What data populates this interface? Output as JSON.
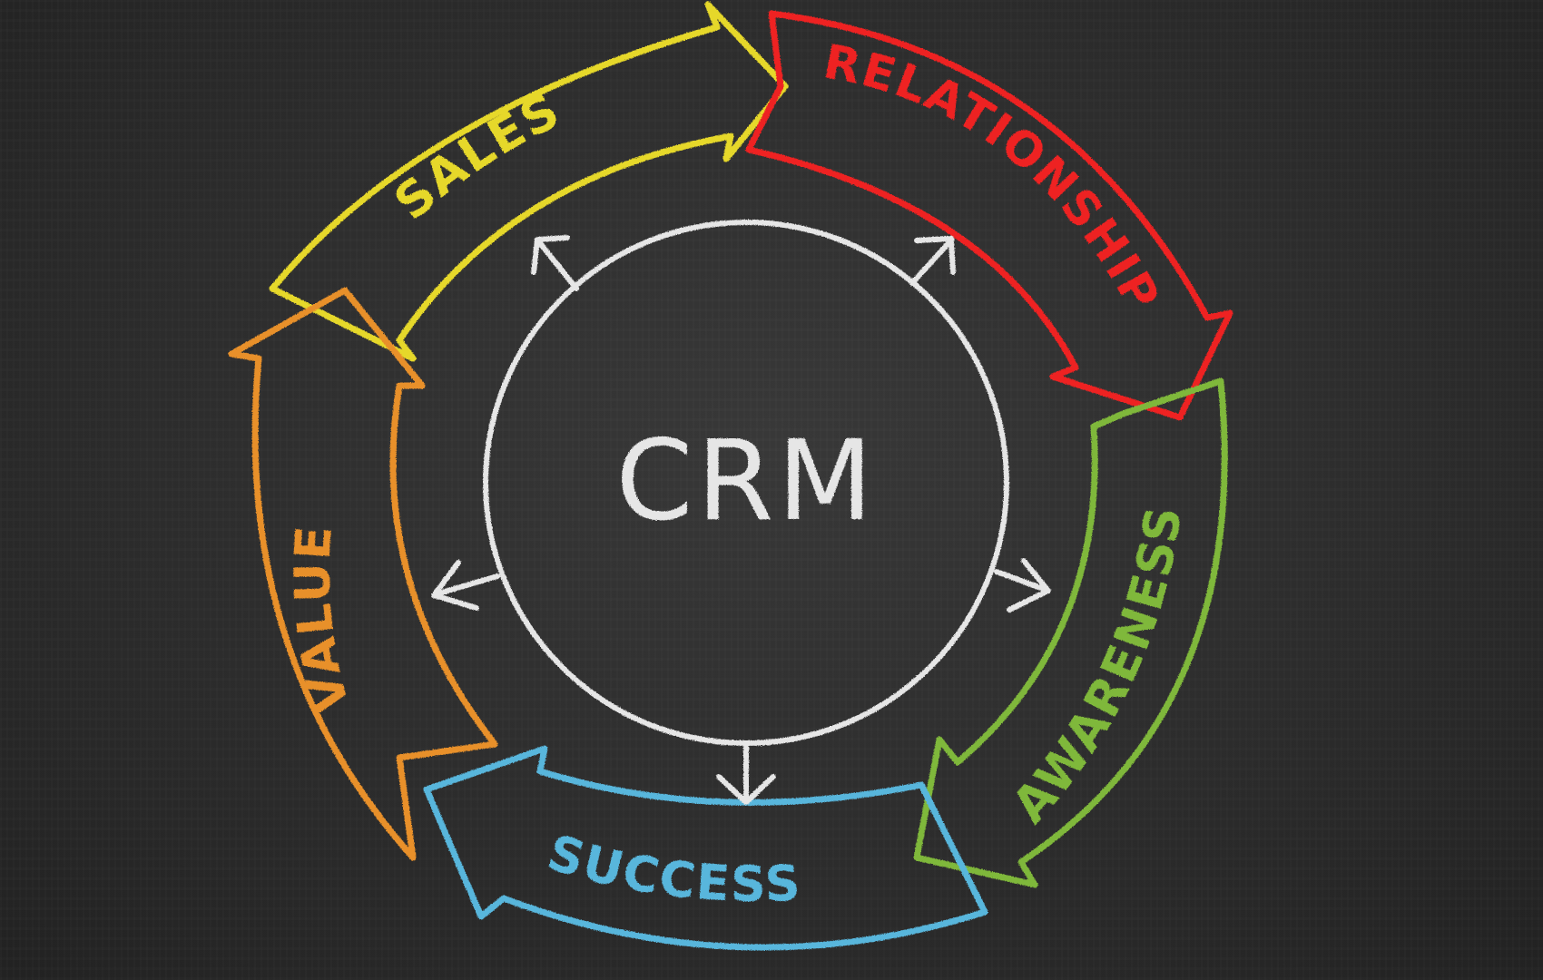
{
  "diagram": {
    "center_label": "CRM",
    "stages": [
      {
        "key": "sales",
        "label": "SALES",
        "color": "#e6d82a"
      },
      {
        "key": "relationship",
        "label": "RELATIONSHIP",
        "color": "#ee2424"
      },
      {
        "key": "awareness",
        "label": "AWARENESS",
        "color": "#7fb83a"
      },
      {
        "key": "success",
        "label": "SUCCESS",
        "color": "#58b6dc"
      },
      {
        "key": "value",
        "label": "VALUE",
        "color": "#e8902a"
      }
    ],
    "center_color": "#e6e6e6"
  }
}
